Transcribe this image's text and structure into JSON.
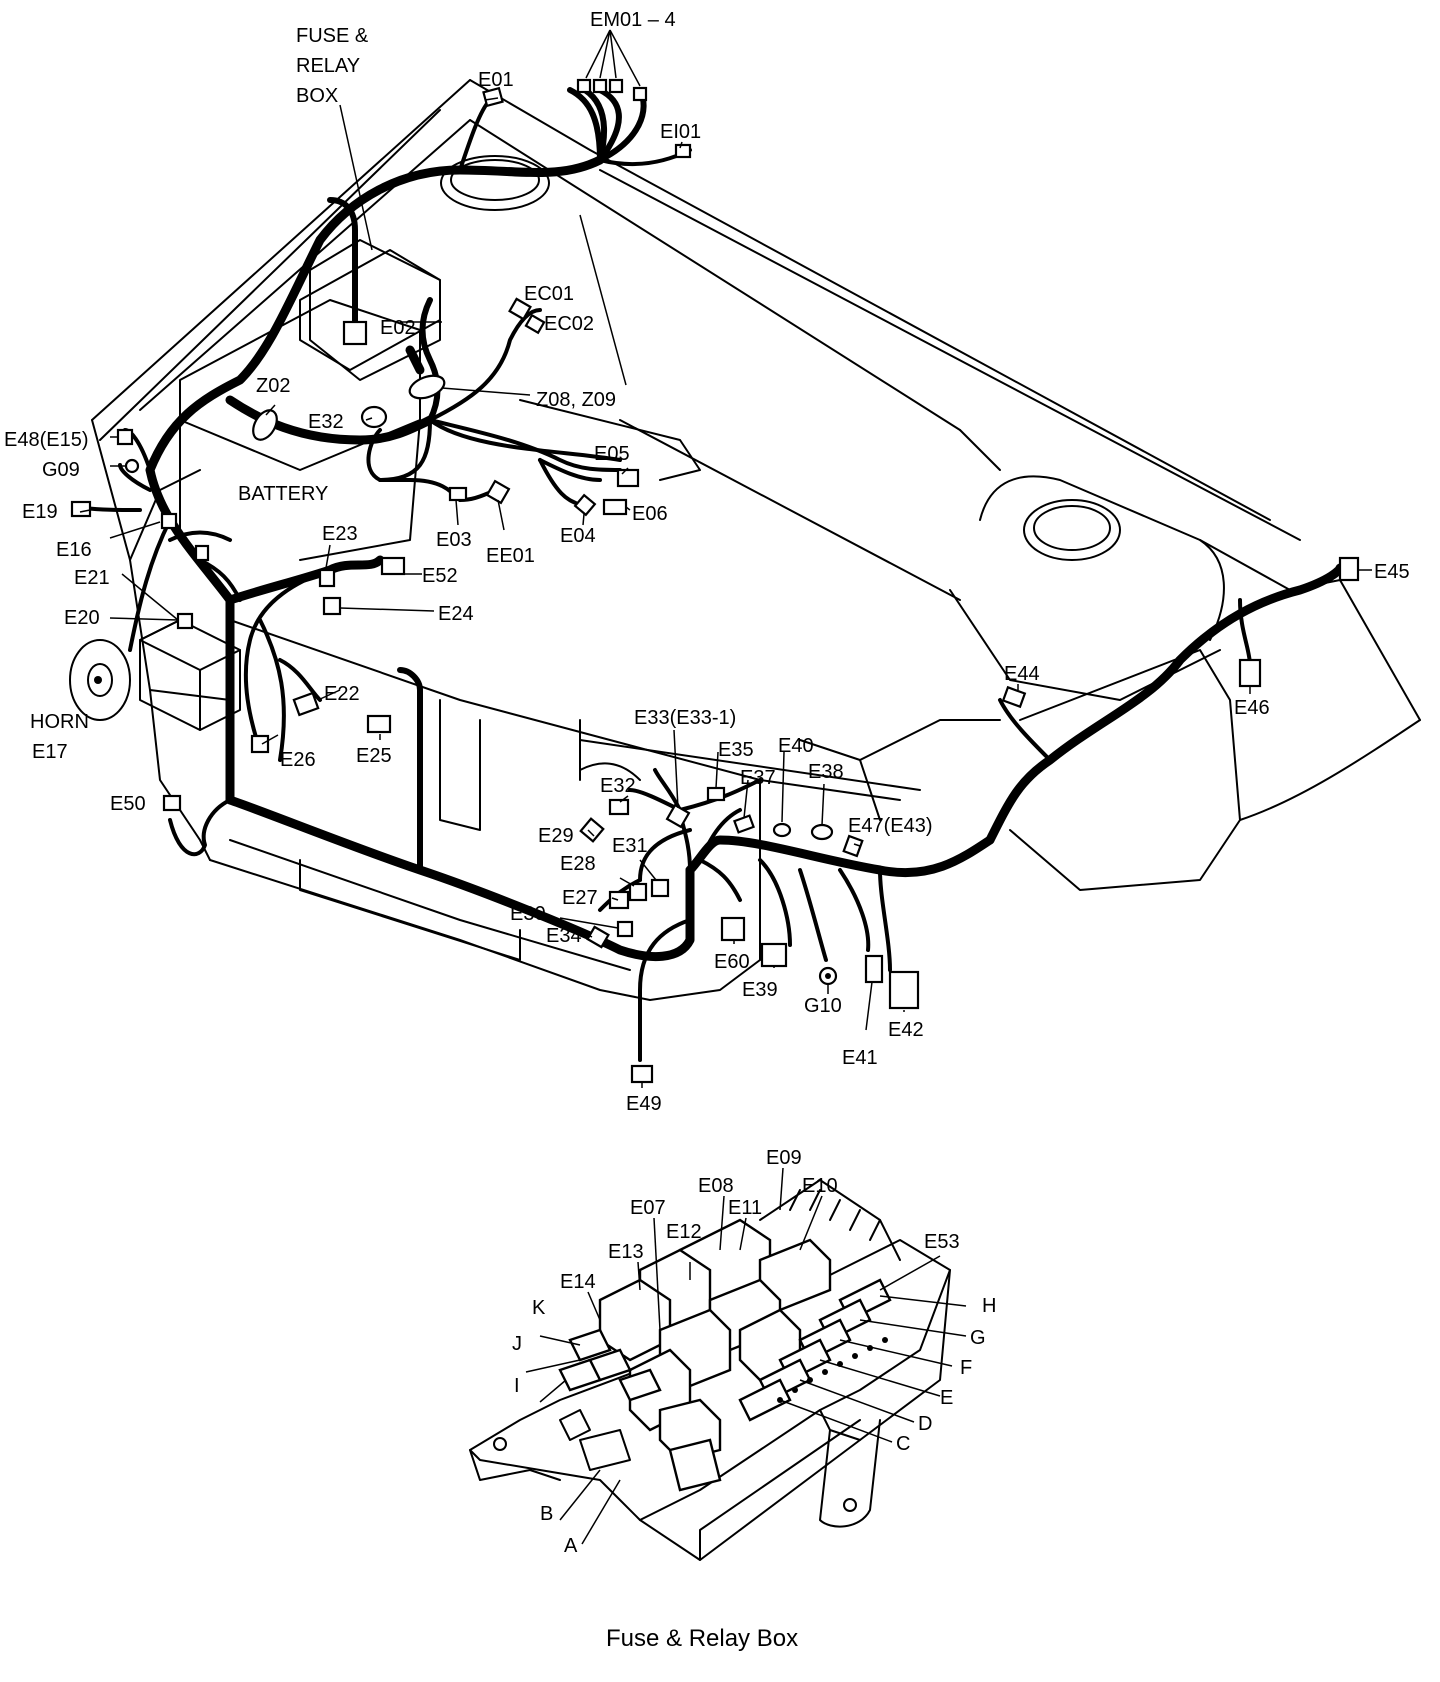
{
  "engine_labels": {
    "fuse_relay_box_1": "FUSE &",
    "fuse_relay_box_2": "RELAY",
    "fuse_relay_box_3": "BOX",
    "em01_4": "EM01 – 4",
    "e01": "E01",
    "ei01": "EI01",
    "ec01": "EC01",
    "ec02": "EC02",
    "e02": "E02",
    "z02": "Z02",
    "z08_z09": "Z08, Z09",
    "e32_top": "E32",
    "e48": "E48(E15)",
    "g09": "G09",
    "e19": "E19",
    "battery": "BATTERY",
    "e16": "E16",
    "e21": "E21",
    "e20": "E20",
    "horn": "HORN",
    "e17": "E17",
    "e50": "E50",
    "e23": "E23",
    "e52": "E52",
    "e24": "E24",
    "e22": "E22",
    "e26": "E26",
    "e25": "E25",
    "e05": "E05",
    "e06": "E06",
    "e04": "E04",
    "e03": "E03",
    "ee01": "EE01",
    "e45": "E45",
    "e46": "E46",
    "e44": "E44",
    "e33": "E33(E33-1)",
    "e35": "E35",
    "e40": "E40",
    "e37": "E37",
    "e38": "E38",
    "e47": "E47(E43)",
    "e32_mid": "E32",
    "e29": "E29",
    "e31": "E31",
    "e28": "E28",
    "e27": "E27",
    "e30": "E30",
    "e34": "E34",
    "e60": "E60",
    "e39": "E39",
    "g10": "G10",
    "e41": "E41",
    "e42": "E42",
    "e49": "E49"
  },
  "fuse_box_labels": {
    "e09": "E09",
    "e08": "E08",
    "e10": "E10",
    "e07": "E07",
    "e11": "E11",
    "e12": "E12",
    "e13": "E13",
    "e53": "E53",
    "e14": "E14",
    "h": "H",
    "k": "K",
    "g": "G",
    "j": "J",
    "f": "F",
    "i": "I",
    "e": "E",
    "d": "D",
    "c": "C",
    "b": "B",
    "a": "A"
  },
  "caption": "Fuse & Relay Box"
}
